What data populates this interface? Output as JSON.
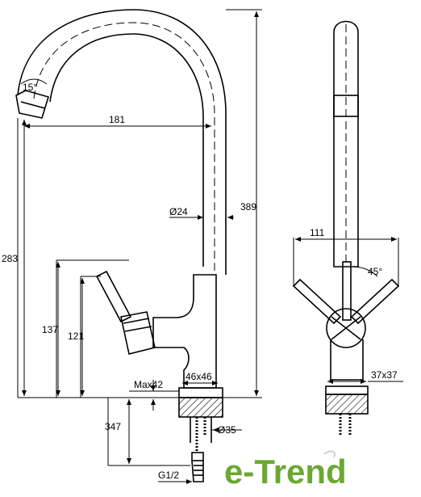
{
  "side_view": {
    "angle_spout": "15°",
    "reach": "181",
    "height_total": "389",
    "spout_diameter": "Ø24",
    "height_283": "283",
    "height_137": "137",
    "height_121": "121",
    "max_thickness": "Max42",
    "base_size": "46x46",
    "shank_length": "347",
    "hole_diameter": "Ø35",
    "thread": "G1/2"
  },
  "front_view": {
    "handle_width": "111",
    "handle_angle": "45°",
    "base_size": "37x37"
  },
  "brand": {
    "prefix": "e-",
    "name": "Trend",
    "color": "#6aa832"
  }
}
